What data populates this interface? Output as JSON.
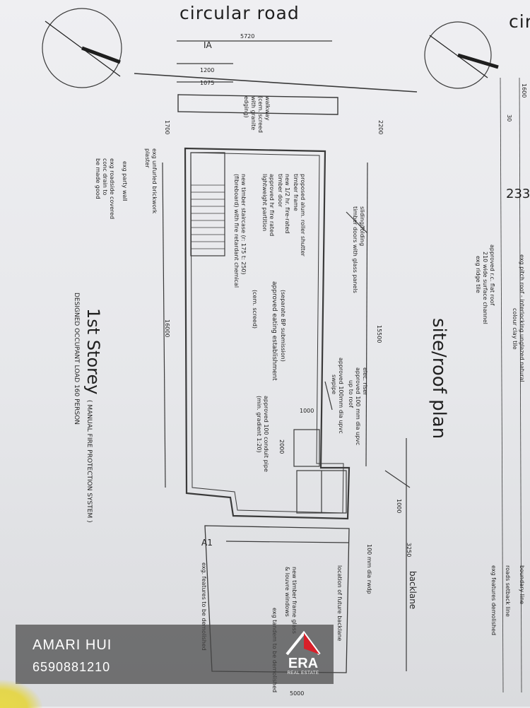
{
  "road_title": "circular road",
  "road_title_right": "cir",
  "section_mark_top": "IA",
  "section_mark_bottom": "A1",
  "plan_title_site": "site/roof plan",
  "storey_title": "1st Storey",
  "storey_subtitle": "( MANUAL FIRE PROTECTION SYSTEM )",
  "occupant_load": "DESIGNED OCCUPANT LOAD 160 PERSON",
  "lot_number": "233",
  "dimensions": {
    "width_5720": "5720",
    "d1200": "1200",
    "d1075": "1075",
    "d2200": "2200",
    "d1700": "1700",
    "d16000": "16000",
    "d15500": "15500",
    "d1000": "1000",
    "d2000": "2000",
    "d3250": "3250",
    "d5000": "5000",
    "d30": "30",
    "d1600": "1600",
    "d1000b": "1000"
  },
  "annotations_left": [
    "walkway",
    "(cem. screed",
    "with granite",
    "edging)",
    "exg party wall",
    "exg roadside covered",
    "conc drain to",
    "be made good",
    "exg unfurled brickwork",
    "plaster"
  ],
  "annotations_center": [
    "proposed alum. roller shutter",
    "timber frame",
    "new 1/2 hr. fire-rated",
    "timber door",
    "approved hr fire rated",
    "lightweight partition",
    "new timber staircase (r: 175 t: 250)",
    "(fibreboard) with fire retardant chemical",
    "(separate BP submission)",
    "approved eating establishment",
    "(cem. screed)",
    "sliding/folding",
    "timber doors with glass panels",
    "approved 100mm dia upvc",
    "swpipe",
    "elec. riser",
    "approved 100 mm dia upvc",
    "up to roof",
    "approved 100 conduit pipe",
    "(min. gradient 1:20)",
    "new timber frame glass",
    "& louvre windows",
    "location of future backlane",
    "exg tandem to be demolished",
    "exg. features to be demolished"
  ],
  "annotations_right": [
    "boundary line",
    "roads setback line",
    "exg features demolished",
    "exg pitch roof - interlocking unglazed natural",
    "colour clay tile",
    "approved r.c. flat roof",
    "210 wide surface channel",
    "exg ridge tile",
    "backlane",
    "100 mm dia rwdp"
  ],
  "watermark": {
    "agent_name": "AMARI HUI",
    "phone": "6590881210",
    "logo": "ERA",
    "logo_sub": "REAL ESTATE"
  }
}
